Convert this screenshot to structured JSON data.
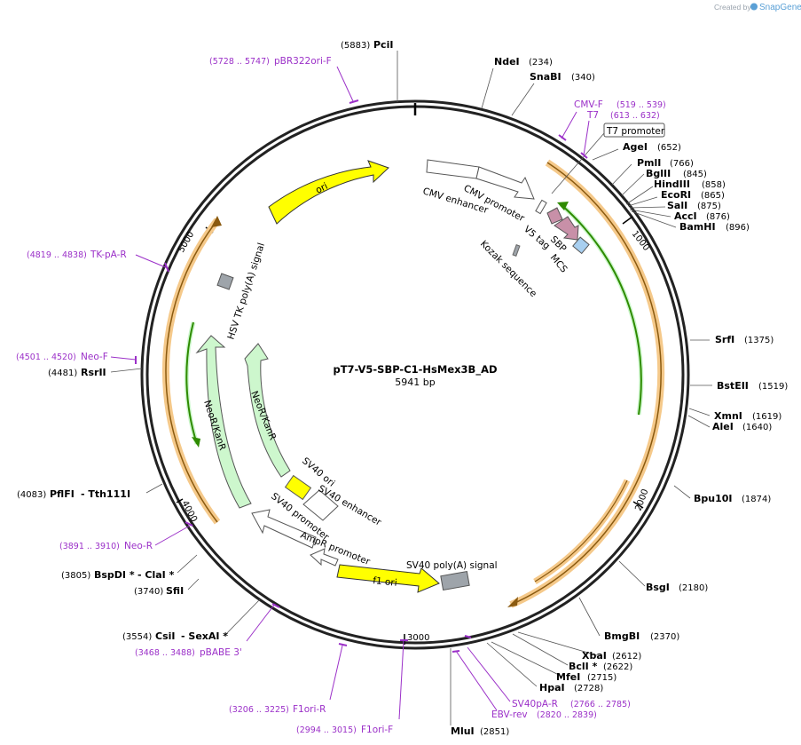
{
  "credit": {
    "prefix": "Created by",
    "brand": "SnapGene"
  },
  "plasmid": {
    "name": "pT7-V5-SBP-C1-HsMex3B_AD",
    "length": "5941 bp"
  },
  "ticks": [
    "1000",
    "2000",
    "3000",
    "4000",
    "5000"
  ],
  "enzymes": [
    {
      "name": "PciI",
      "pos": "(5883)"
    },
    {
      "name": "NdeI",
      "pos": "(234)"
    },
    {
      "name": "SnaBI",
      "pos": "(340)"
    },
    {
      "name": "AgeI",
      "pos": "(652)"
    },
    {
      "name": "PmlI",
      "pos": "(766)"
    },
    {
      "name": "BglII",
      "pos": "(845)"
    },
    {
      "name": "HindIII",
      "pos": "(858)"
    },
    {
      "name": "EcoRI",
      "pos": "(865)"
    },
    {
      "name": "SalI",
      "pos": "(875)"
    },
    {
      "name": "AccI",
      "pos": "(876)"
    },
    {
      "name": "BamHI",
      "pos": "(896)"
    },
    {
      "name": "SrfI",
      "pos": "(1375)"
    },
    {
      "name": "BstEII",
      "pos": "(1519)"
    },
    {
      "name": "XmnI",
      "pos": "(1619)"
    },
    {
      "name": "AleI",
      "pos": "(1640)"
    },
    {
      "name": "Bpu10I",
      "pos": "(1874)"
    },
    {
      "name": "BsgI",
      "pos": "(2180)"
    },
    {
      "name": "BmgBI",
      "pos": "(2370)"
    },
    {
      "name": "XbaI",
      "pos": "(2612)"
    },
    {
      "name": "BclI *",
      "pos": "(2622)"
    },
    {
      "name": "MfeI",
      "pos": "(2715)"
    },
    {
      "name": "HpaI",
      "pos": "(2728)"
    },
    {
      "name": "MluI",
      "pos": "(2851)"
    },
    {
      "name": "CsiI",
      "pos": "(3554)",
      "extra": "- SexAI *"
    },
    {
      "name": "SfiI",
      "pos": "(3740)"
    },
    {
      "name": "BspDI *",
      "pos": "(3805)",
      "extra": "- ClaI *"
    },
    {
      "name": "PflFI",
      "pos": "(4083)",
      "extra": "- Tth111I"
    },
    {
      "name": "RsrII",
      "pos": "(4481)"
    }
  ],
  "primers": [
    {
      "name": "pBR322ori-F",
      "pos": "(5728 .. 5747)"
    },
    {
      "name": "CMV-F",
      "pos": "(519 .. 539)"
    },
    {
      "name": "T7",
      "pos": "(613 .. 632)"
    },
    {
      "name": "TK-pA-R",
      "pos": "(4819 .. 4838)"
    },
    {
      "name": "Neo-F",
      "pos": "(4501 .. 4520)"
    },
    {
      "name": "Neo-R",
      "pos": "(3891 .. 3910)"
    },
    {
      "name": "pBABE 3'",
      "pos": "(3468 .. 3488)"
    },
    {
      "name": "F1ori-R",
      "pos": "(3206 .. 3225)"
    },
    {
      "name": "F1ori-F",
      "pos": "(2994 .. 3015)"
    },
    {
      "name": "SV40pA-R",
      "pos": "(2766 .. 2785)"
    },
    {
      "name": "EBV-rev",
      "pos": "(2820 .. 2839)"
    }
  ],
  "features": {
    "t7_promoter": "T7 promoter",
    "cmv_promoter": "CMV promoter",
    "cmv_enhancer": "CMV enhancer",
    "v5_tag": "V5 tag",
    "sbp": "SBP",
    "mcs": "MCS",
    "kozak": "Kozak sequence",
    "ori": "ori",
    "hsv_tk": "HSV TK poly(A) signal",
    "neor_outer": "NeoR/KanR",
    "neor_inner": "NeoR/KanR",
    "sv40_ori": "SV40 ori",
    "sv40_enhancer": "SV40 enhancer",
    "sv40_promoter": "SV40 promoter",
    "ampr_promoter": "AmpR promoter",
    "f1_ori": "f1 ori",
    "sv40_polya": "SV40 poly(A) signal"
  },
  "colors": {
    "backbone": "#222222",
    "primer": "#9b30c8",
    "orf_halo": "#f5c98a",
    "orf_line": "#8a5a10",
    "green_line": "#2e8b00",
    "neor_fill": "#cdf7cd",
    "yellow": "#ffff00",
    "gray_box": "#9ea4aa",
    "v5_pink": "#c890a8",
    "mcs_blue": "#a8cff0"
  }
}
